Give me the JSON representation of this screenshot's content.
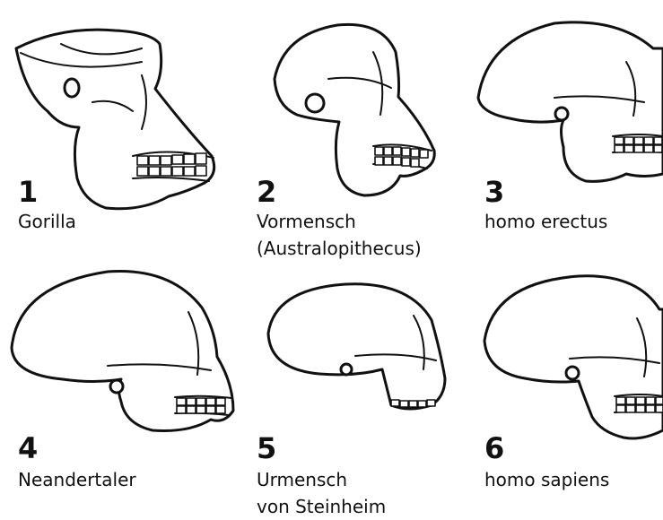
{
  "items": [
    {
      "number": "1",
      "name": "Gorilla",
      "name_line2": ""
    },
    {
      "number": "2",
      "name": "Vormensch",
      "name_line2": "(Australopithecus)"
    },
    {
      "number": "3",
      "name": "homo erectus",
      "name_line2": ""
    },
    {
      "number": "4",
      "name": "Neandertaler",
      "name_line2": ""
    },
    {
      "number": "5",
      "name": "Urmensch",
      "name_line2": "von Steinheim"
    },
    {
      "number": "6",
      "name": "homo sapiens",
      "name_line2": ""
    }
  ]
}
